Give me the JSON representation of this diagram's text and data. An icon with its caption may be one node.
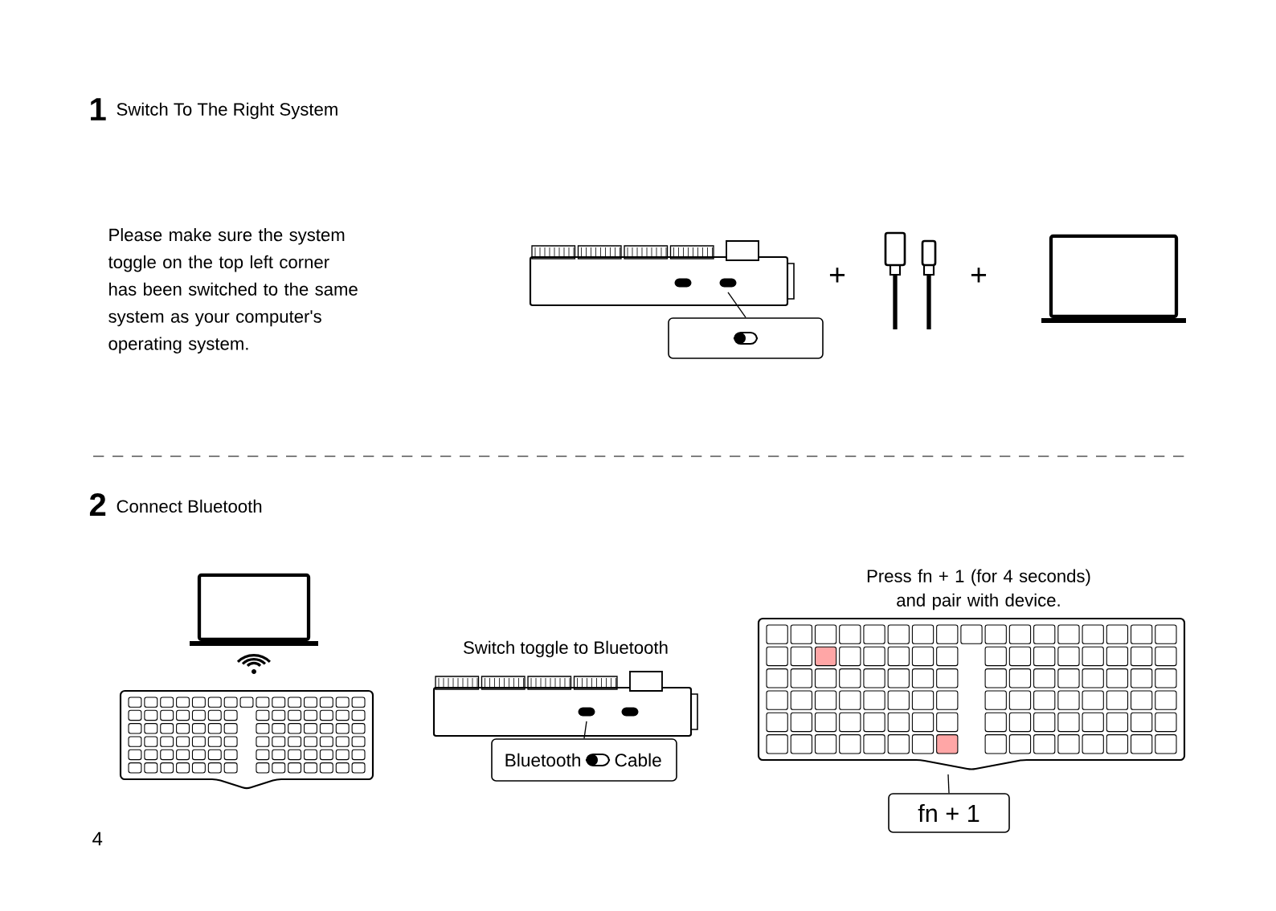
{
  "diagram": {
    "nodes": [
      {
        "text": [],
        "shape": "box"
      },
      {
        "text": [
          "Bluetooth",
          "Cable"
        ]
      },
      {
        "text": [
          "fn + 1"
        ]
      }
    ],
    "edges": [
      {
        "from": 0,
        "to": null,
        "arrow": "none"
      },
      {
        "from": 1,
        "to": null,
        "arrow": "none"
      },
      {
        "from": 2,
        "to": null,
        "arrow": "none"
      }
    ],
    "labels": [
      "1",
      "Switch To The Right System",
      "Please make sure the system toggle on the top left corner has been switched to the same system as your computer's operating system.",
      "+",
      "+",
      "2",
      "Connect Bluetooth",
      "Switch toggle to Bluetooth",
      "Press fn + 1 (for 4 seconds) and pair with device.",
      "4"
    ]
  }
}
